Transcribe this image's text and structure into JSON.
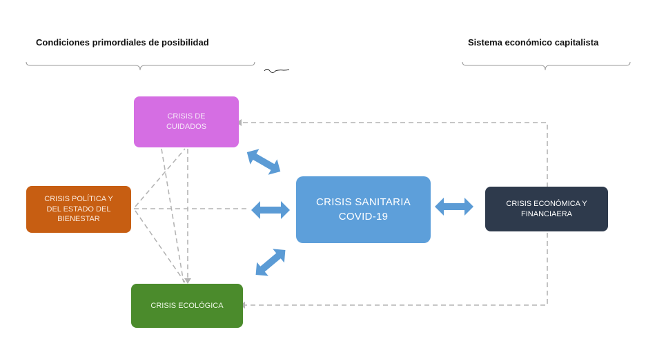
{
  "headers": {
    "left": "Condiciones primordiales de posibilidad",
    "right": "Sistema económico capitalista"
  },
  "nodes": {
    "cuidados": {
      "label": "CRISIS DE\nCUIDADOS",
      "color": "#d56ee3",
      "text_color": "#f6e9f8"
    },
    "politica": {
      "label": "CRISIS POLÍTICA Y\nDEL ESTADO DEL\nBIENESTAR",
      "color": "#c75e12",
      "text_color": "#fbe9dc"
    },
    "sanitaria": {
      "label": "CRISIS SANITARIA\nCOVID-19",
      "color": "#5d9fda",
      "text_color": "#ffffff"
    },
    "economica": {
      "label": "CRISIS ECONÓMICA Y\nFINANCIAERA",
      "color": "#2e3a4c",
      "text_color": "#ffffff"
    },
    "ecologica": {
      "label": "CRISIS ECOLÓGICA",
      "color": "#4b8b2c",
      "text_color": "#eef7e6"
    }
  },
  "colors": {
    "arrow": "#5b9bd5",
    "dashed": "#b4b4b4",
    "bracket": "#999999"
  }
}
